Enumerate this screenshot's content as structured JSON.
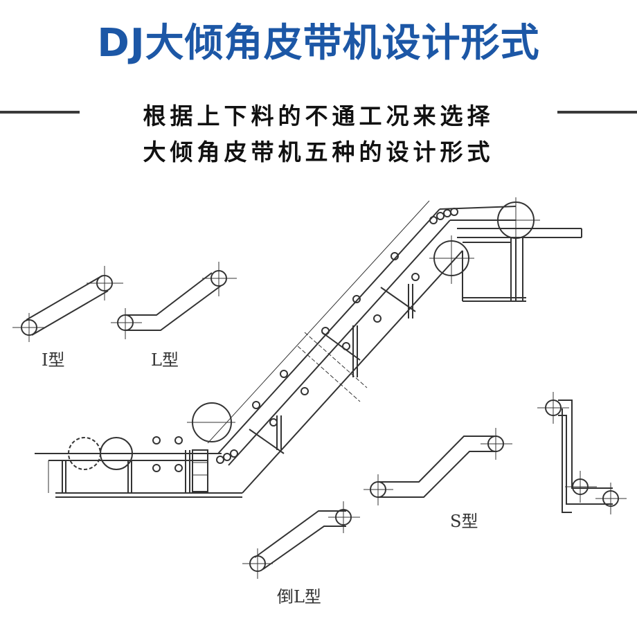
{
  "header": {
    "title": "DJ大倾角皮带机设计形式",
    "subtitle_line1": "根据上下料的不通工况来选择",
    "subtitle_line2": "大倾角皮带机五种的设计形式"
  },
  "diagram": {
    "labels": {
      "i_type": "I型",
      "l_type": "L型",
      "s_type": "S型",
      "inverted_l_type": "倒L型"
    }
  },
  "colors": {
    "title": "#1c57a6",
    "text": "#111111",
    "line": "#333333"
  }
}
